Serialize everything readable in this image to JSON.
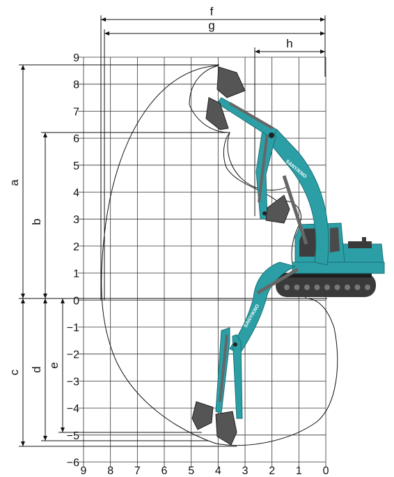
{
  "chart": {
    "x_ticks": [
      "9",
      "8",
      "7",
      "6",
      "5",
      "4",
      "3",
      "2",
      "1",
      "0"
    ],
    "y_ticks_upper": [
      "9",
      "8",
      "7",
      "6",
      "5",
      "4",
      "3",
      "2",
      "1"
    ],
    "y_ticks_lower": [
      "0",
      "−1",
      "−2",
      "−3",
      "−4",
      "−5",
      "−6"
    ],
    "x_range": [
      9,
      0
    ],
    "y_range": [
      -6,
      9
    ],
    "grid": true
  },
  "dimensions": {
    "f": "f",
    "g": "g",
    "h": "h",
    "a": "a",
    "b": "b",
    "c": "c",
    "d": "d",
    "e": "e"
  },
  "brand": {
    "boom_text": "SANY/KNO"
  },
  "colors": {
    "body": "#2c9fa6",
    "body_dark": "#1f7f86",
    "bucket": "#5a5a5a",
    "track": "#3a3a3a",
    "line": "#222222",
    "grid": "#333333"
  }
}
